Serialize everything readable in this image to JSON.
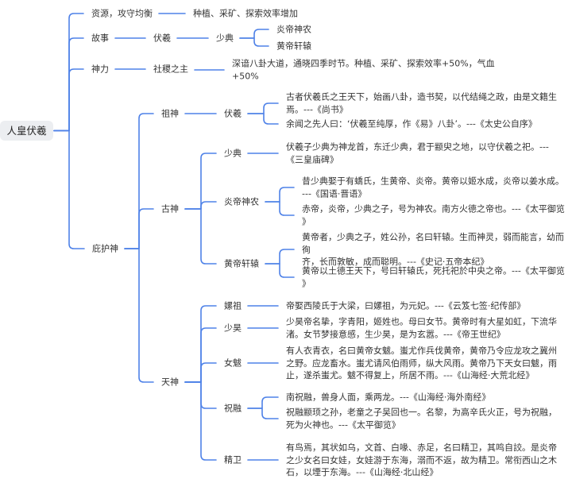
{
  "root": "人皇伏羲",
  "resources": {
    "label": "资源，攻守均衡",
    "effect": "种植、采矿、探索效率增加"
  },
  "story": {
    "label": "故事",
    "fuxi": "伏羲",
    "shaodian": "少典",
    "children": [
      "炎帝神农",
      "黄帝轩辕"
    ]
  },
  "power": {
    "label": "神力",
    "title": "社稷之主",
    "effect": "深谙八卦大道，通晓四季时节。种植、采矿、探索效率+50%，气血\n+50%"
  },
  "protector": {
    "label": "庇护神",
    "ancestor": {
      "label": "祖神",
      "fuxi": {
        "label": "伏羲",
        "quotes": [
          "古者伏羲氏之王天下，始画八卦，造书契，以代结绳之政，由是文籍生\n焉。---《尚书》",
          "余闻之先人曰：‘伏羲至纯厚，作《易》八卦’。---《太史公自序》"
        ]
      }
    },
    "ancient": {
      "label": "古神",
      "shaodian": {
        "label": "少典",
        "quotes": [
          "伏羲子少典为神龙首，东迁少典，君于颛臾之地，以守伏羲之祀。---\n《三皇庙碑》"
        ]
      },
      "yandi": {
        "label": "炎帝神农",
        "quotes": [
          "昔少典娶于有蟜氏，生黄帝、炎帝。黄帝以姬水成，炎帝以姜水成。\n---《国语·晋语》",
          "赤帝，炎帝，少典之子，号为神农。南方火德之帝也。---《太平御览\n》"
        ]
      },
      "huangdi": {
        "label": "黄帝轩辕",
        "quotes": [
          "黄帝者，少典之子，姓公孙，名曰轩辕。生而神灵，弱而能言，幼而徇\n齐，长而敦敏，成而聪明。---《史记·五帝本纪》",
          "黄帝以土德王天下，号曰轩辕氏，死托祀於中央之帝。---《太平御览\n》"
        ]
      }
    },
    "heaven": {
      "label": "天神",
      "leizu": {
        "label": "嫘祖",
        "quotes": [
          "帝娶西陵氏于大梁，曰嫘祖，为元妃。---《云笈七签·纪传部》"
        ]
      },
      "shaohao": {
        "label": "少昊",
        "quotes": [
          "少昊帝名挚，字青阳，姬姓也。母曰女节。黄帝时有大星如虹，下流华\n渚。女节梦接意感，生少昊，是为玄嚣。---《帝王世纪》"
        ]
      },
      "nuba": {
        "label": "女魃",
        "quotes": [
          "有人衣青衣，名曰黄帝女魃。蚩尤作兵伐黄帝，黄帝乃令应龙攻之冀州\n之野。应龙畜水。蚩尤请风伯雨师，纵大风雨。黄帝乃下天女曰魃，雨\n止，遂杀蚩尤。魃不得复上，所居不雨。---《山海经·大荒北经》"
        ]
      },
      "zhurong": {
        "label": "祝融",
        "quotes": [
          "南祝融，兽身人面，乘两龙。---《山海经·海外南经》",
          "祝融颛顼之孙，老童之子吴回也一。名黎，为高辛氏火正，号为祝融，\n死为火神也。---《太平御览》"
        ]
      },
      "jingwei": {
        "label": "精卫",
        "quotes": [
          "有鸟焉，其状如乌，文首、白喙、赤足，名曰精卫，其鸣自詨。是炎帝\n之少女名曰女娃，女娃游于东海，溺而不返，故为精卫。常衔西山之木\n石，以堙于东海。---《山海经·北山经》"
        ]
      }
    }
  },
  "colors": {
    "link": "#4f82e8",
    "root_bg": "#eceef1",
    "text": "#333333"
  }
}
